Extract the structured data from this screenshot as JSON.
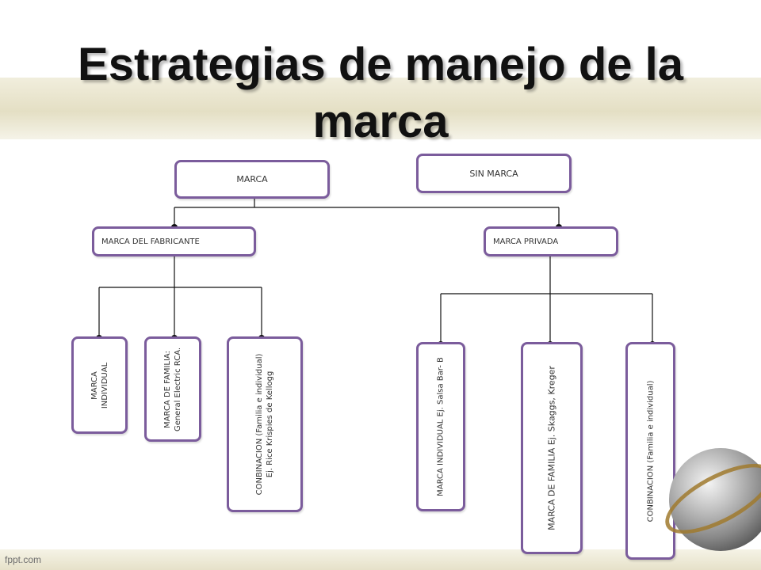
{
  "title": {
    "line1": "Estrategias de manejo de la",
    "line2": "marca"
  },
  "nodes": {
    "marca": "MARCA",
    "sin_marca": "SIN MARCA",
    "fabricante": "MARCA DEL FABRICANTE",
    "privada": "MARCA PRIVADA",
    "individual": {
      "line1": "MARCA",
      "line2": "INDIVIDUAL"
    },
    "familia": {
      "line1": "MARCA DE FAMILIA:",
      "line2": "General Electric RCA."
    },
    "combinacion_fab": {
      "line1": "CONBINACION  (Familia e individual)",
      "line2": "Ej. Rice Krispies de Kellogg"
    },
    "individual_priv": "MARCA INDIVIDUAL  Ej. Salsa Bar- B",
    "familia_priv": "MARCA DE FAMILIA Ej. Skaggs, Kreger",
    "combinacion_priv": "CONBINACION  (Familia e individual)"
  },
  "footer": "fppt.com",
  "colors": {
    "box_border": "#7b5c9c",
    "connector": "#111111",
    "band": "#e4dfc4"
  }
}
